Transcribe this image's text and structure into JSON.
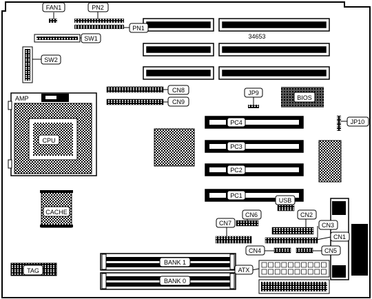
{
  "board_number": "34653",
  "labels": {
    "fan1": "FAN1",
    "pn2": "PN2",
    "pn1": "PN1",
    "sw1": "SW1",
    "sw2": "SW2",
    "amp": "AMP",
    "cpu": "CPU",
    "cache": "CACHE",
    "tag": "TAG",
    "cn8": "CN8",
    "cn9": "CN9",
    "jp9": "JP9",
    "bios": "BIOS",
    "jp10": "JP10",
    "pc4": "PC4",
    "pc3": "PC3",
    "pc2": "PC2",
    "pc1": "PC1",
    "usb": "USB",
    "cn6": "CN6",
    "cn2": "CN2",
    "cn7": "CN7",
    "cn3": "CN3",
    "cn1": "CN1",
    "cn4": "CN4",
    "cn5": "CN5",
    "bank1": "BANK 1",
    "bank0": "BANK 0",
    "atx": "ATX"
  }
}
